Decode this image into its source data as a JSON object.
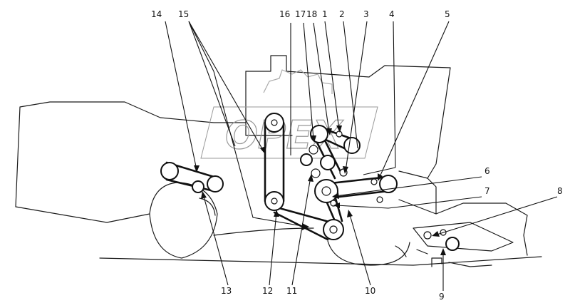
{
  "logo": {
    "text": "OPEX"
  },
  "callouts": {
    "c1": "1",
    "c2": "2",
    "c3": "3",
    "c4": "4",
    "c5": "5",
    "c6": "6",
    "c7": "7",
    "c8": "8",
    "c9": "9",
    "c10": "10",
    "c11": "11",
    "c12": "12",
    "c13": "13",
    "c14": "14",
    "c15": "15",
    "c16": "16",
    "c17": "17",
    "c18": "18"
  }
}
